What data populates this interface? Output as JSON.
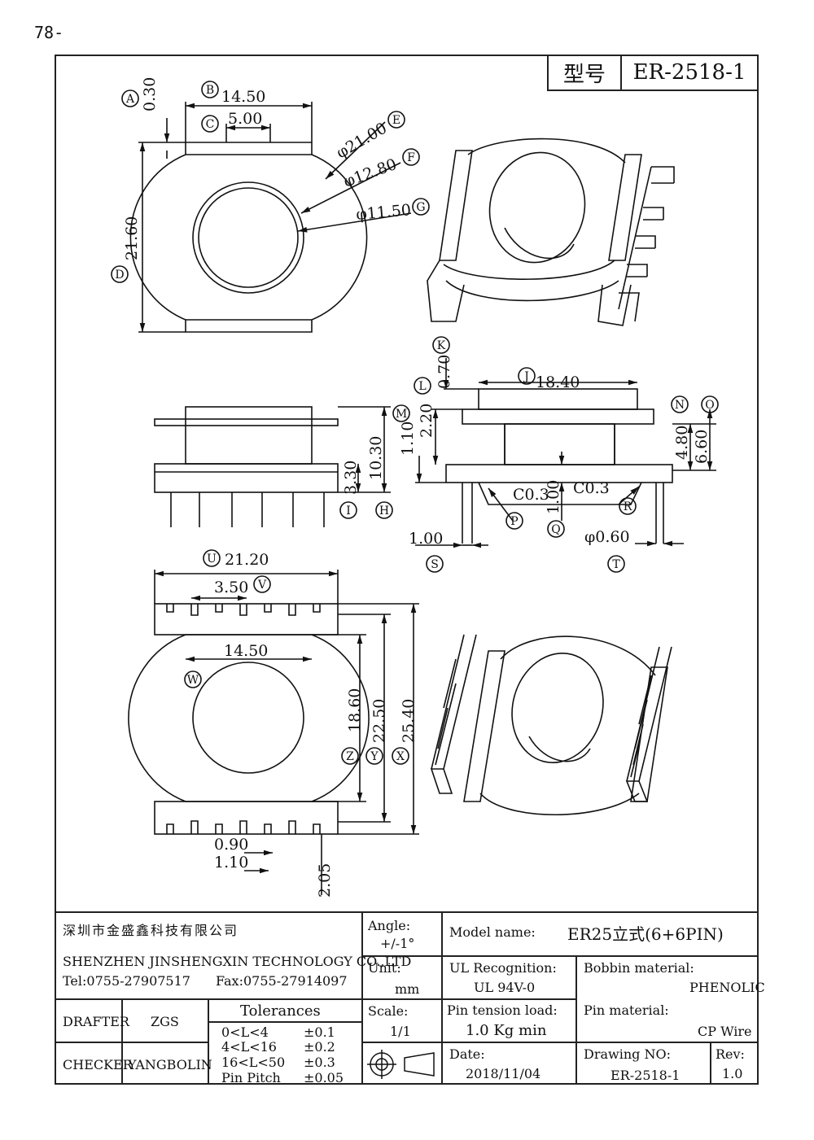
{
  "page": {
    "number": "78-"
  },
  "header": {
    "type_label": "型号",
    "type_value": "ER-2518-1"
  },
  "dims_top": {
    "A": "A",
    "A_val": "0.30",
    "B": "B",
    "B_val": "14.50",
    "C": "C",
    "C_val": "5.00",
    "D": "D",
    "D_val": "21.60",
    "E": "E",
    "E_val": "φ21.00",
    "F": "F",
    "F_val": "φ12.80",
    "G": "G",
    "G_val": "φ11.50"
  },
  "dims_side": {
    "H": "H",
    "H_val": "10.30",
    "I": "I",
    "I_val": "3.30"
  },
  "dims_section": {
    "J": "J",
    "J_val": "18.40",
    "K": "K",
    "K_val": "0.70",
    "L": "L",
    "L_val": "2.20",
    "M": "M",
    "M_val": "1.10",
    "N": "N",
    "O": "O",
    "N_val": "4.80",
    "O_val": "6.60",
    "P": "P",
    "P_val": "C0.3",
    "Q": "Q",
    "Q_val": "1.00",
    "R": "R",
    "R_val": "C0.3",
    "S": "S",
    "S_val": "1.00",
    "T": "T",
    "T_val": "φ0.60"
  },
  "dims_bottom": {
    "U": "U",
    "U_val": "21.20",
    "V": "V",
    "V_val": "3.50",
    "W": "W",
    "W_val": "14.50",
    "X": "X",
    "X_val": "25.40",
    "Y": "Y",
    "Y_val": "22.50",
    "Z": "Z",
    "Z_val": "18.60",
    "slot_a": "0.90",
    "slot_b": "1.10",
    "slot_c": "2.05"
  },
  "titleblock": {
    "company_cn": "深圳市金盛鑫科技有限公司",
    "company_en": "SHENZHEN JINSHENGXIN TECHNOLOGY CO.,LTD",
    "tel": "Tel:0755-27907517",
    "fax": "Fax:0755-27914097",
    "angle_label": "Angle:",
    "angle_value": "+/-1°",
    "unit_label": "Unit:",
    "unit_value": "mm",
    "scale_label": "Scale:",
    "scale_value": "1/1",
    "model_label": "Model name:",
    "model_value": "ER25立式(6+6PIN)",
    "ul_label": "UL Recognition:",
    "ul_value": "UL 94V-0",
    "bobbin_label": "Bobbin material:",
    "bobbin_value": "PHENOLIC",
    "pin_tension_label": "Pin tension load:",
    "pin_tension_value": "1.0 Kg min",
    "pin_material_label": "Pin material:",
    "pin_material_value": "CP Wire",
    "date_label": "Date:",
    "date_value": "2018/11/04",
    "drawing_no_label": "Drawing NO:",
    "drawing_no_value": "ER-2518-1",
    "rev_label": "Rev:",
    "rev_value": "1.0",
    "drafter_label": "DRAFTER",
    "drafter_value": "ZGS",
    "checker_label": "CHECKER",
    "checker_value": "YANGBOLIN",
    "tolerances_title": "Tolerances",
    "tolerances": [
      {
        "range": "0<L<4",
        "value": "±0.1"
      },
      {
        "range": "4<L<16",
        "value": "±0.2"
      },
      {
        "range": "16<L<50",
        "value": "±0.3"
      },
      {
        "range": "Pin Pitch",
        "value": "±0.05"
      }
    ]
  }
}
